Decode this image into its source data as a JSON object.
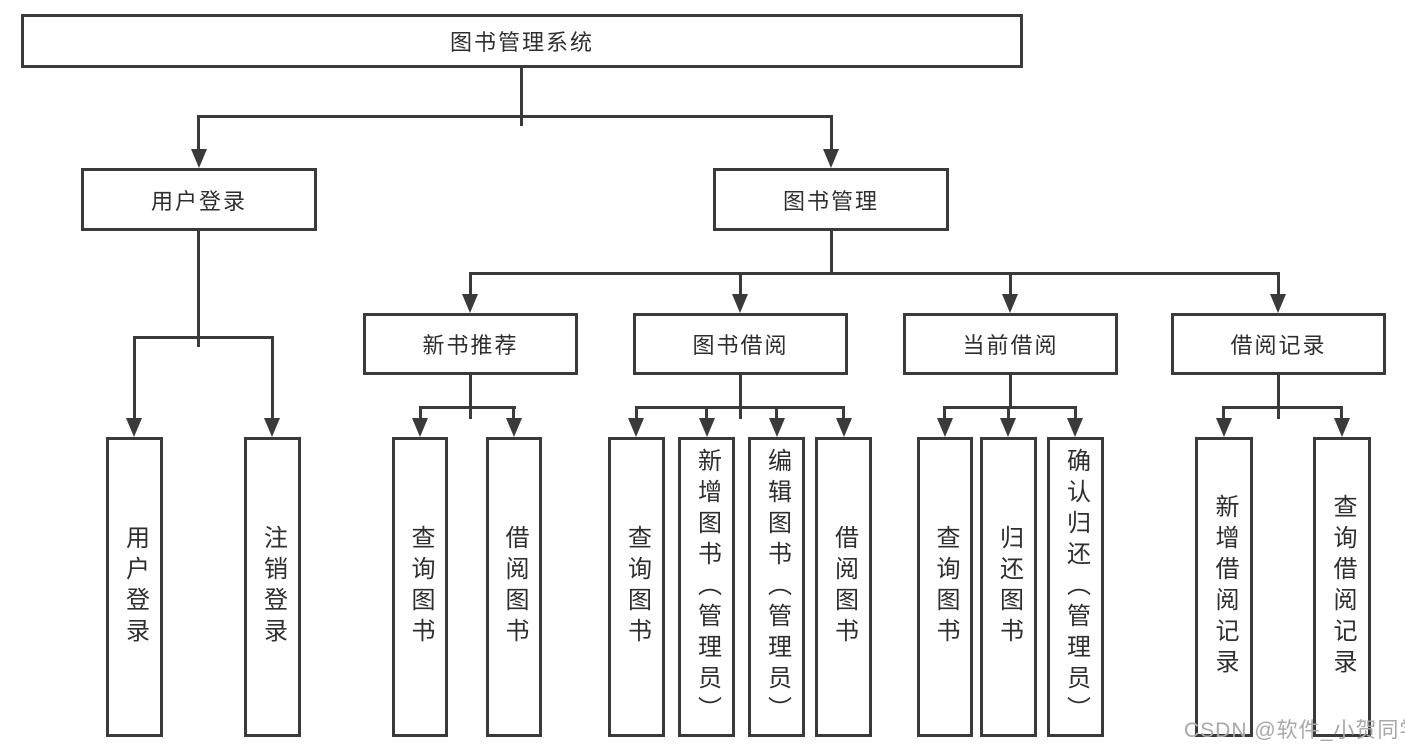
{
  "diagram": {
    "root": {
      "label": "图书管理系统"
    },
    "level2": [
      {
        "label": "用户登录"
      },
      {
        "label": "图书管理"
      }
    ],
    "level3": [
      {
        "label": "新书推荐"
      },
      {
        "label": "图书借阅"
      },
      {
        "label": "当前借阅"
      },
      {
        "label": "借阅记录"
      }
    ],
    "leaves": {
      "user_login": [
        {
          "label": "用户登录"
        },
        {
          "label": "注销登录"
        }
      ],
      "new_books": [
        {
          "label": "查询图书"
        },
        {
          "label": "借阅图书"
        }
      ],
      "book_borrow": [
        {
          "label": "查询图书"
        },
        {
          "label": "新增图书（管理员）"
        },
        {
          "label": "编辑图书（管理员）"
        },
        {
          "label": "借阅图书"
        }
      ],
      "current_borrow": [
        {
          "label": "查询图书"
        },
        {
          "label": "归还图书"
        },
        {
          "label": "确认归还（管理员）"
        }
      ],
      "borrow_records": [
        {
          "label": "新增借阅记录"
        },
        {
          "label": "查询借阅记录"
        }
      ]
    },
    "watermark": "CSDN @软件_小贺同学",
    "colors": {
      "line": "#3a3a3a",
      "text": "#2e2e2e",
      "watermark": "#a8a8a8",
      "background": "#ffffff"
    }
  }
}
